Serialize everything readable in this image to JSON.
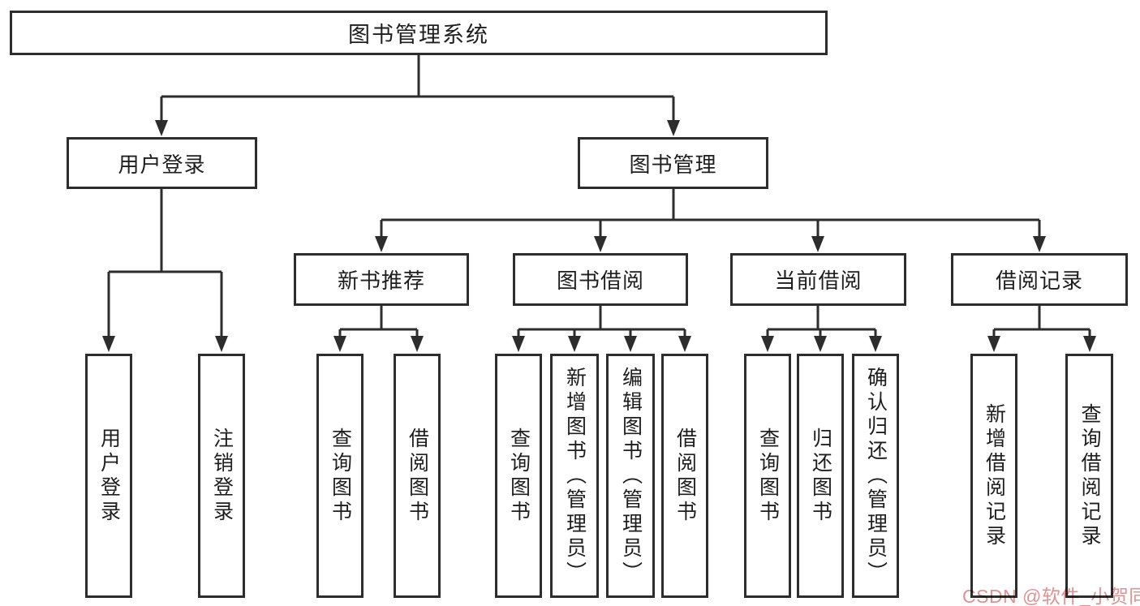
{
  "diagram": {
    "title": "图书管理系统",
    "type": "hierarchy-tree",
    "colors": {
      "line": "#2d2d2d",
      "text": "#1e1e1e",
      "background": "#ffffff",
      "watermark": "#e09191"
    }
  },
  "nodes": {
    "root": {
      "label": "图书管理系统"
    },
    "user_login": {
      "label": "用户登录",
      "parent": "图书管理系统"
    },
    "book_mgmt": {
      "label": "图书管理",
      "parent": "图书管理系统"
    },
    "new_books": {
      "label": "新书推荐",
      "parent": "图书管理"
    },
    "book_borrow": {
      "label": "图书借阅",
      "parent": "图书管理"
    },
    "current_borrow": {
      "label": "当前借阅",
      "parent": "图书管理"
    },
    "borrow_records": {
      "label": "借阅记录",
      "parent": "图书管理"
    },
    "leaves": [
      {
        "label": "用户登录",
        "parent": "用户登录"
      },
      {
        "label": "注销登录",
        "parent": "用户登录"
      },
      {
        "label": "查询图书",
        "parent": "新书推荐"
      },
      {
        "label": "借阅图书",
        "parent": "新书推荐"
      },
      {
        "label": "查询图书",
        "parent": "图书借阅"
      },
      {
        "label": "新增图书（管理员）",
        "parent": "图书借阅"
      },
      {
        "label": "编辑图书（管理员）",
        "parent": "图书借阅"
      },
      {
        "label": "借阅图书",
        "parent": "图书借阅"
      },
      {
        "label": "查询图书",
        "parent": "当前借阅"
      },
      {
        "label": "归还图书",
        "parent": "当前借阅"
      },
      {
        "label": "确认归还（管理员）",
        "parent": "当前借阅"
      },
      {
        "label": "新增借阅记录",
        "parent": "借阅记录"
      },
      {
        "label": "查询借阅记录",
        "parent": "借阅记录"
      }
    ]
  },
  "watermark": {
    "text": "CSDN @软件_小贺同学"
  }
}
